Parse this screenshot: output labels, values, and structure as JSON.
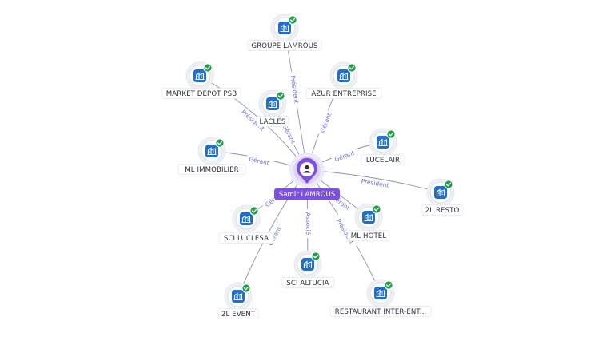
{
  "center": {
    "name": "Samir LAMROUS",
    "icon": "person-icon"
  },
  "companies": [
    {
      "id": "groupe-lamrous",
      "name": "GROUPE LAMROUS",
      "role": "Président",
      "verified": true
    },
    {
      "id": "market-depot-psb",
      "name": "MARKET DEPOT PSB",
      "role": "Président",
      "verified": true
    },
    {
      "id": "lacles",
      "name": "LACLES",
      "role": "Gérant",
      "verified": true
    },
    {
      "id": "azur-entreprise",
      "name": "AZUR ENTREPRISE",
      "role": "Gérant",
      "verified": true
    },
    {
      "id": "lucelair",
      "name": "LUCELAIR",
      "role": "Gérant",
      "verified": true
    },
    {
      "id": "ml-immobilier",
      "name": "ML IMMOBILIER",
      "role": "Gérant",
      "verified": true
    },
    {
      "id": "2l-resto",
      "name": "2L RESTO",
      "role": "Président",
      "verified": true
    },
    {
      "id": "sci-luclesa",
      "name": "SCI LUCLESA",
      "role": "Gérant",
      "verified": true
    },
    {
      "id": "ml-hotel",
      "name": "ML HOTEL",
      "role": "Gérant",
      "verified": true
    },
    {
      "id": "sci-altucia",
      "name": "SCI ALTUCIA",
      "role": "Associé",
      "verified": true
    },
    {
      "id": "2l-event",
      "name": "2L EVENT",
      "role": "Gérant",
      "verified": true
    },
    {
      "id": "restaurant-inter-ent",
      "name": "RESTAURANT INTER-ENT...",
      "role": "Président",
      "verified": true
    }
  ],
  "icons": {
    "company": "building-icon",
    "verified": "verified-check-icon"
  },
  "colors": {
    "company_icon": "#1d6fd8",
    "verified": "#1e9e4a",
    "person_accent": "#7c4ee6",
    "edge_label": "#6b6fd6"
  }
}
